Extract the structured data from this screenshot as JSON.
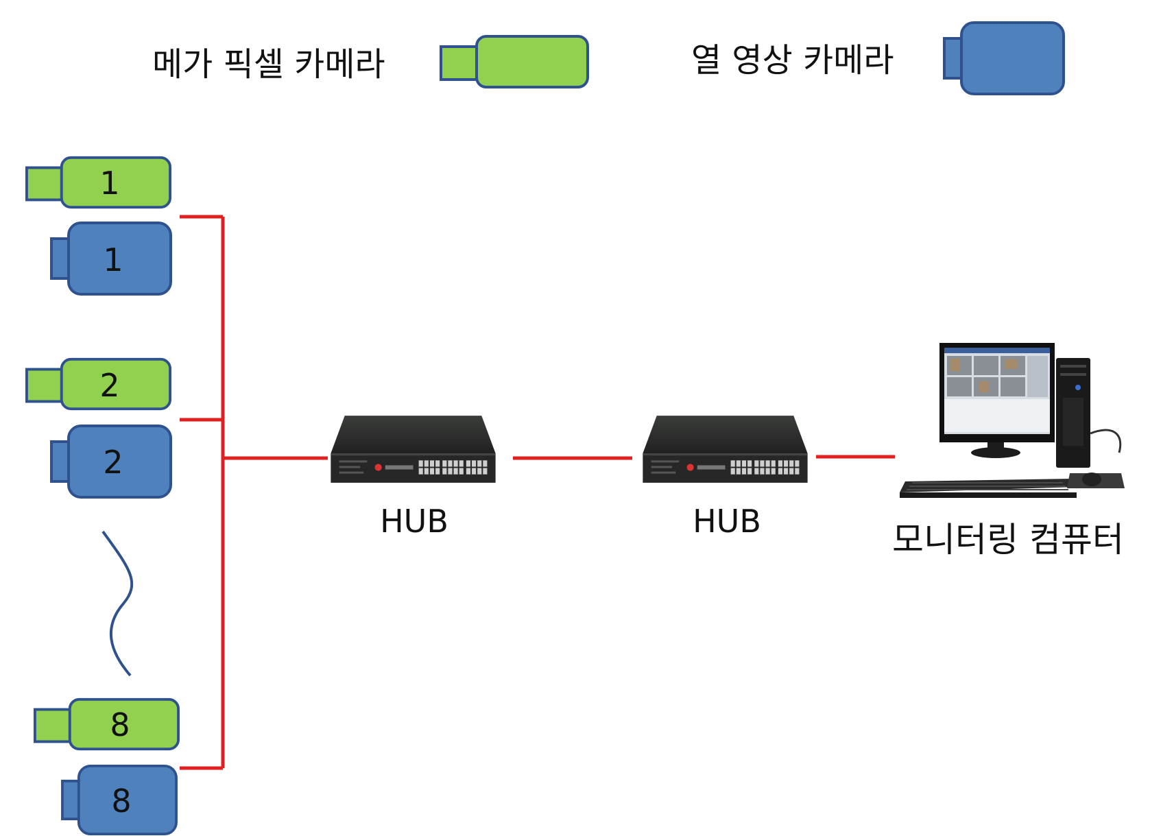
{
  "legend": {
    "mega_pixel_label": "메가 픽셀 카메라",
    "thermal_label": "열 영상 카메라"
  },
  "cameras": [
    {
      "mega": "1",
      "thermal": "1"
    },
    {
      "mega": "2",
      "thermal": "2"
    },
    {
      "mega": "8",
      "thermal": "8"
    }
  ],
  "hubs": [
    {
      "label": "HUB"
    },
    {
      "label": "HUB"
    }
  ],
  "computer": {
    "label": "모니터링 컴퓨터"
  },
  "colors": {
    "mega_camera_fill": "#92d050",
    "thermal_camera_fill": "#4f81bd",
    "camera_stroke": "#2f528f",
    "network_line": "#e02020",
    "ellipsis_curve": "#2f528f"
  },
  "icons": {
    "mega_camera": "mega-pixel-camera-icon",
    "thermal_camera": "thermal-camera-icon",
    "hub": "network-hub-icon",
    "computer": "desktop-computer-icon"
  }
}
